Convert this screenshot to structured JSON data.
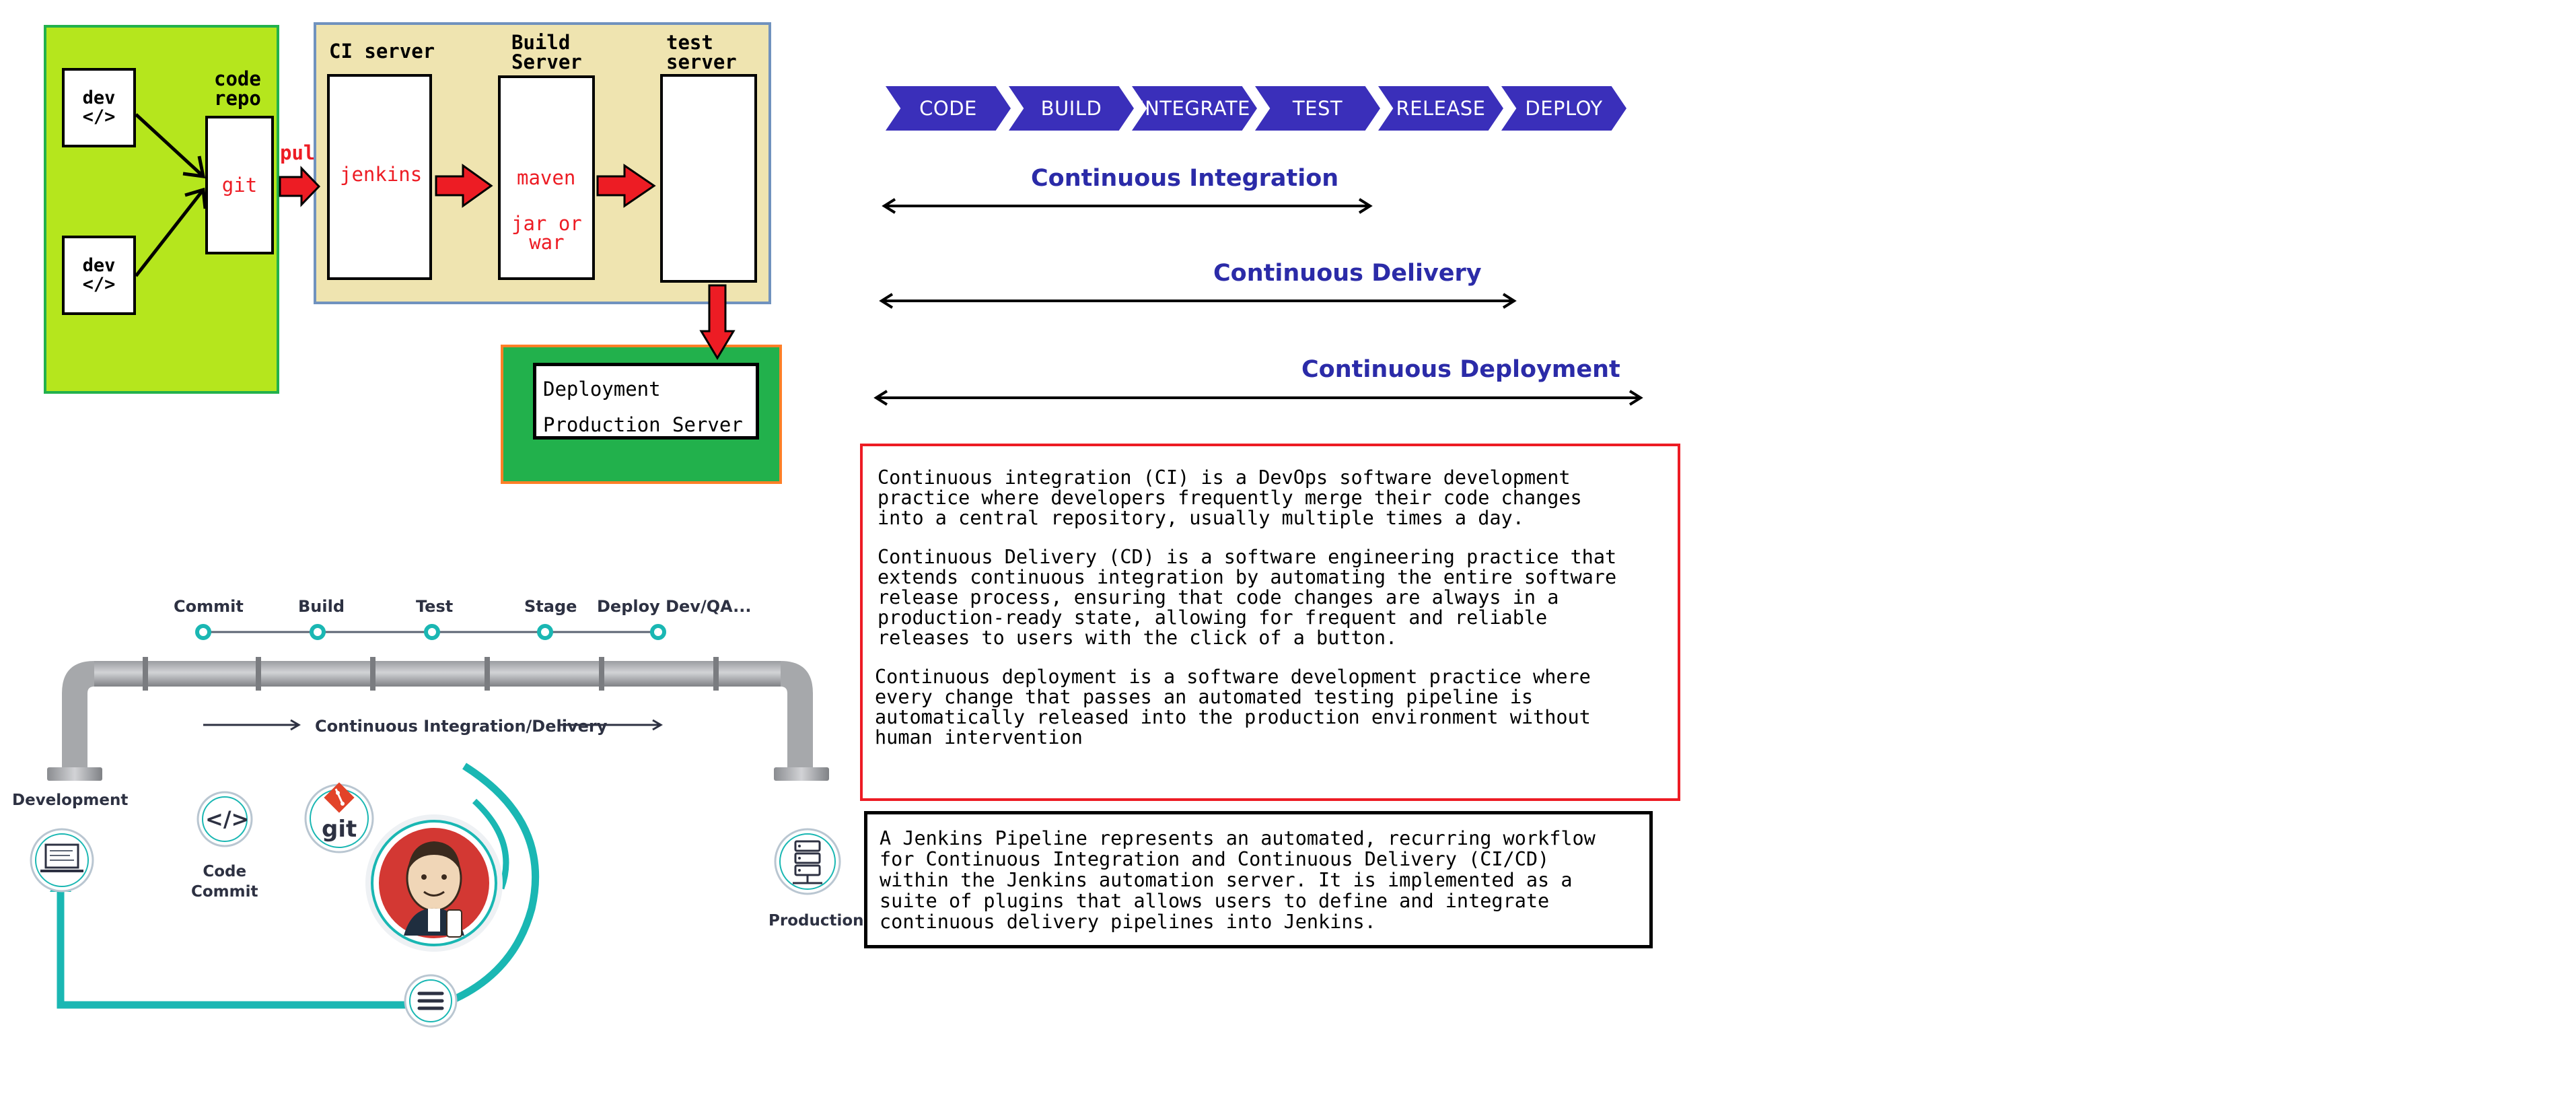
{
  "flow_diagram": {
    "dev_boxes": [
      "dev\n</>",
      "dev\n</>"
    ],
    "code_repo_label": "code\nrepo",
    "repo_tool": "git",
    "pull_label": "pull",
    "ci_server_label": "CI server",
    "ci_tool": "jenkins",
    "build_server_label": "Build\nServer",
    "build_tool": "maven",
    "build_output": "jar or\nwar",
    "test_server_label": "test\nserver",
    "deployment_label": "Deployment",
    "production_label": "Production Server"
  },
  "pipeline_stages": [
    "CODE",
    "BUILD",
    "INTEGRATE",
    "TEST",
    "RELEASE",
    "DEPLOY"
  ],
  "practices": [
    {
      "name": "Continuous Integration"
    },
    {
      "name": "Continuous Delivery"
    },
    {
      "name": "Continuous Deployment"
    }
  ],
  "definitions": {
    "ci": "Continuous integration (CI) is a DevOps software development\npractice where developers frequently merge their code changes\ninto a central repository, usually multiple times a day.",
    "cd_delivery": "Continuous Delivery (CD) is a software engineering practice that\nextends continuous integration by automating the entire software\nrelease process, ensuring that code changes are always in a\nproduction-ready state, allowing for frequent and reliable\nreleases to users with the click of a button.",
    "cd_deployment": "Continuous deployment is a software development practice where\nevery change that passes an automated testing pipeline is\nautomatically released into the production environment without\nhuman intervention"
  },
  "jenkins_pipeline": "A Jenkins Pipeline represents an automated, recurring workflow\nfor Continuous Integration and Continuous Delivery (CI/CD)\nwithin the Jenkins automation server. It is implemented as a\nsuite of plugins that allows users to define and integrate\ncontinuous delivery pipelines into Jenkins.",
  "illustration": {
    "stages": [
      "Commit",
      "Build",
      "Test",
      "Stage",
      "Deploy Dev/QA..."
    ],
    "flow_label": "Continuous Integration/Delivery",
    "development_label": "Development",
    "code_commit_label": "Code\nCommit",
    "git_label": "git",
    "production_label": "Production",
    "code_icon_text": "</>"
  },
  "colors": {
    "dev_zone": "#b5e61d",
    "server_zone": "#efe4b0",
    "deploy_zone": "#22b14c",
    "chevron": "#3a2fba",
    "heading": "#2b2ba8",
    "red": "#ed1c24",
    "teal": "#1ab7b3"
  }
}
